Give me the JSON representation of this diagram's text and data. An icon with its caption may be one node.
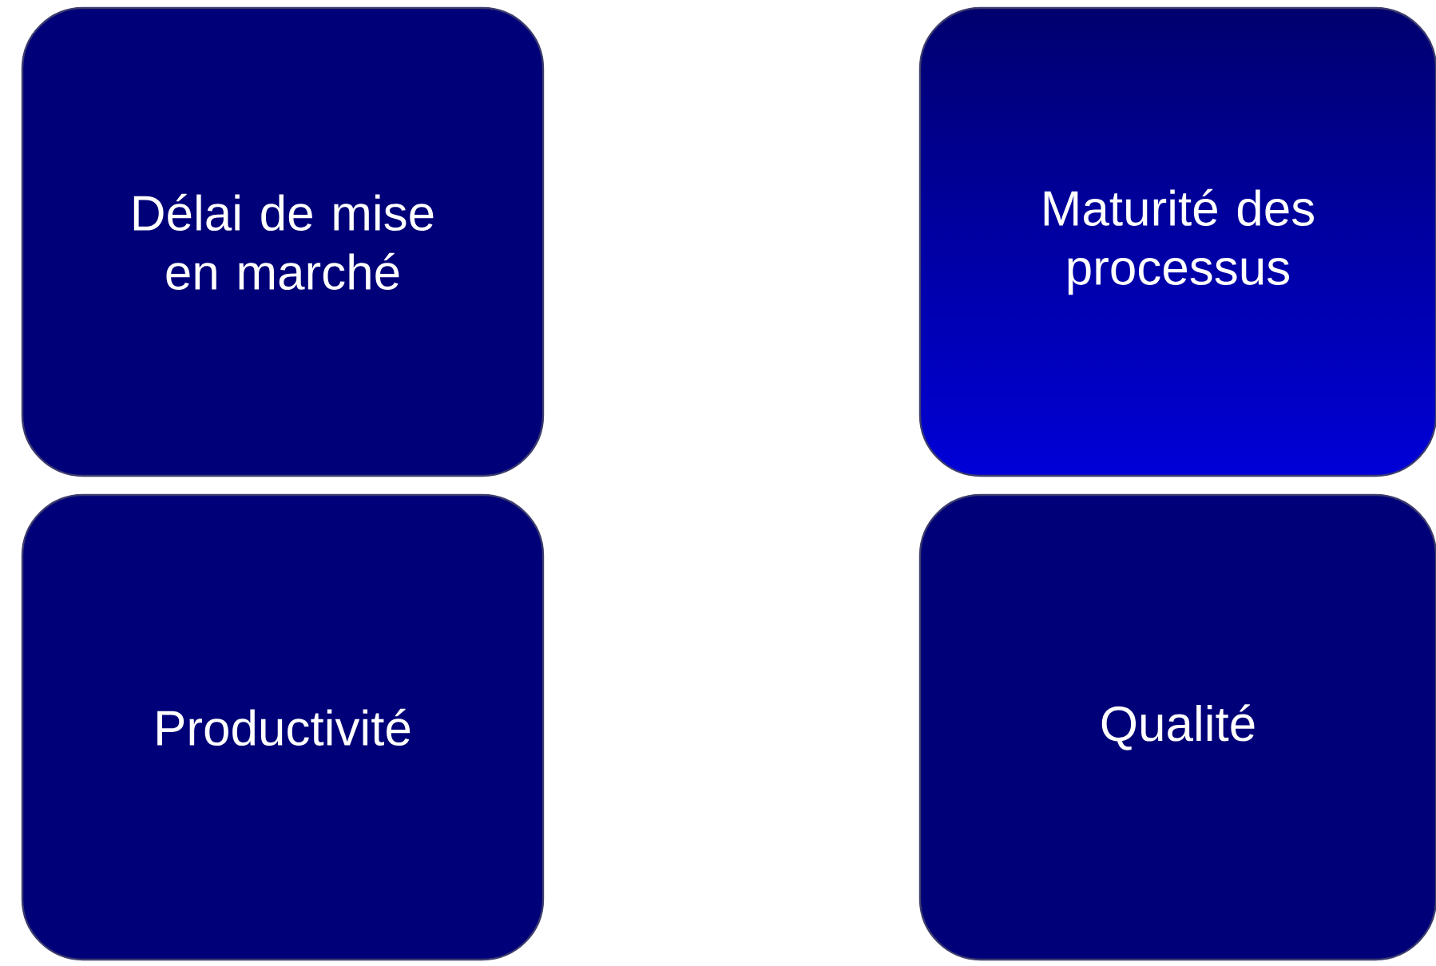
{
  "diagram": {
    "nodes": [
      {
        "text": [
          "Délai de mise en marché"
        ]
      },
      {
        "text": [
          "Maturité des processus"
        ]
      },
      {
        "text": [
          "Productivité"
        ]
      },
      {
        "text": [
          "Qualité"
        ]
      }
    ]
  }
}
